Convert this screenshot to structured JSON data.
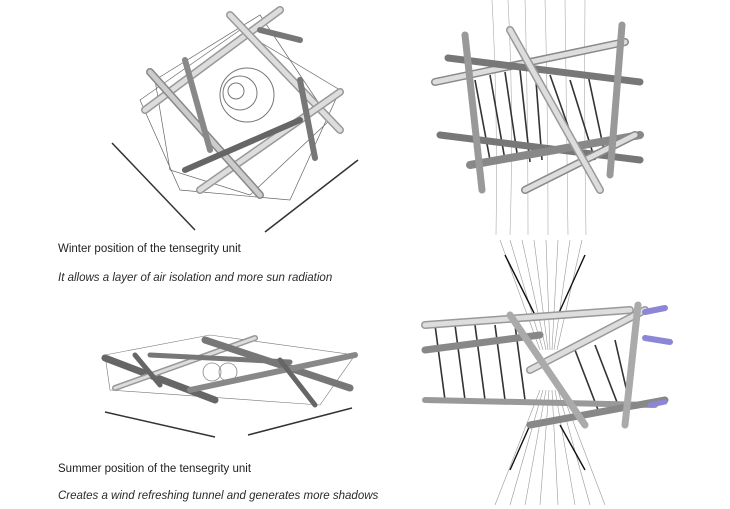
{
  "winter": {
    "title": "Winter position of the tensegrity unit",
    "description": "It allows a layer of air isolation and more sun radiation"
  },
  "summer": {
    "title": "Summer position of the tensegrity unit",
    "description": "Creates a wind refreshing tunnel and generates more shadows"
  },
  "colors": {
    "strut": "#bdbdbd",
    "strut_dark": "#6a6a6a",
    "cable": "#3a3a3a",
    "accent": "#8b86d6"
  }
}
